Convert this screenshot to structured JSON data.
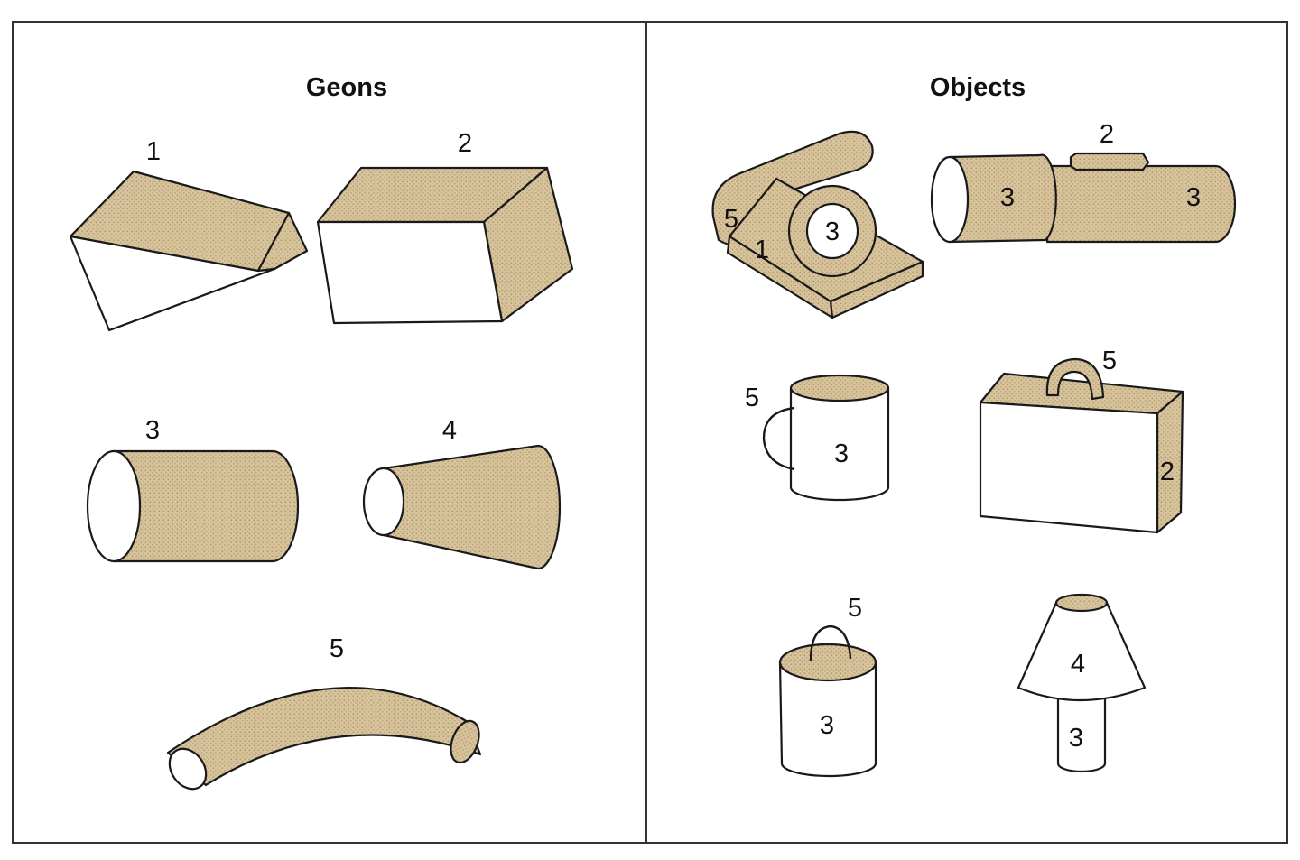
{
  "geons_panel": {
    "heading": "Geons",
    "labels": [
      "1",
      "2",
      "3",
      "4",
      "5"
    ]
  },
  "objects_panel": {
    "heading": "Objects",
    "telephone": [
      "5",
      "1",
      "3"
    ],
    "flashlight": [
      "2",
      "3",
      "3"
    ],
    "mug": [
      "5",
      "3"
    ],
    "briefcase": [
      "5",
      "2"
    ],
    "bucket": [
      "5",
      "3"
    ],
    "lamp": [
      "4",
      "3"
    ]
  },
  "colors": {
    "fill": "#d7c39c",
    "dot": "#b39a6c",
    "outline": "#1a1a1a",
    "background": "#ffffff"
  }
}
